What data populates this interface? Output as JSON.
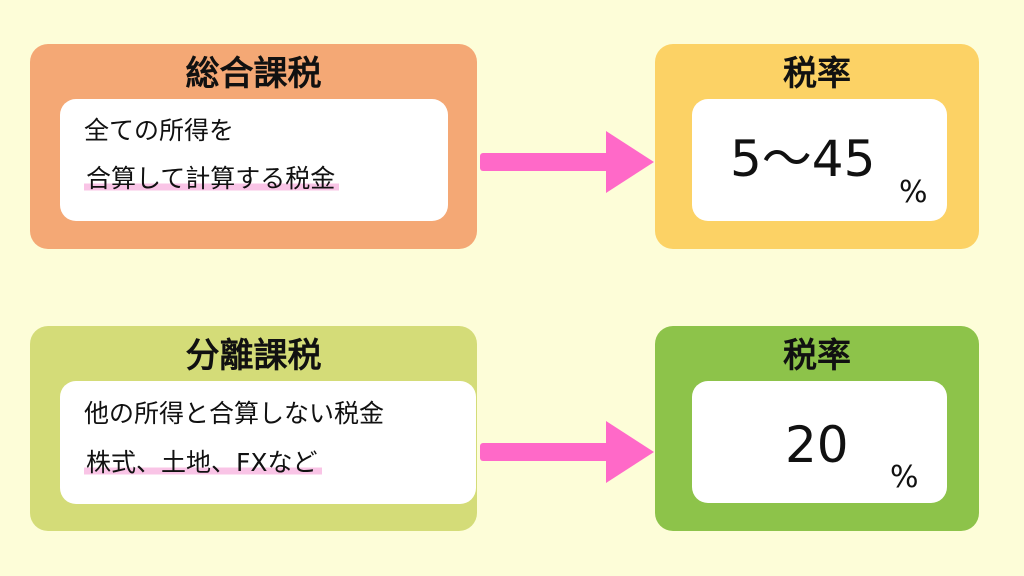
{
  "top": {
    "category_title": "総合課税",
    "description_line1": "全ての所得を",
    "description_line2": "合算して計算する税金",
    "rate_title": "税率",
    "rate_value": "5〜45",
    "rate_unit": "%"
  },
  "bottom": {
    "category_title": "分離課税",
    "description_line1": "他の所得と合算しない税金",
    "description_line2": "株式、土地、FXなど",
    "rate_title": "税率",
    "rate_value": "20",
    "rate_unit": "%"
  },
  "colors": {
    "background": "#FDFDD8",
    "comprehensive_box": "#F4A875",
    "comprehensive_rate_box": "#FCD265",
    "separate_box": "#D4DC78",
    "separate_rate_box": "#8DC34A",
    "arrow": "#FF69C8",
    "highlight": "#F9C4E6"
  }
}
